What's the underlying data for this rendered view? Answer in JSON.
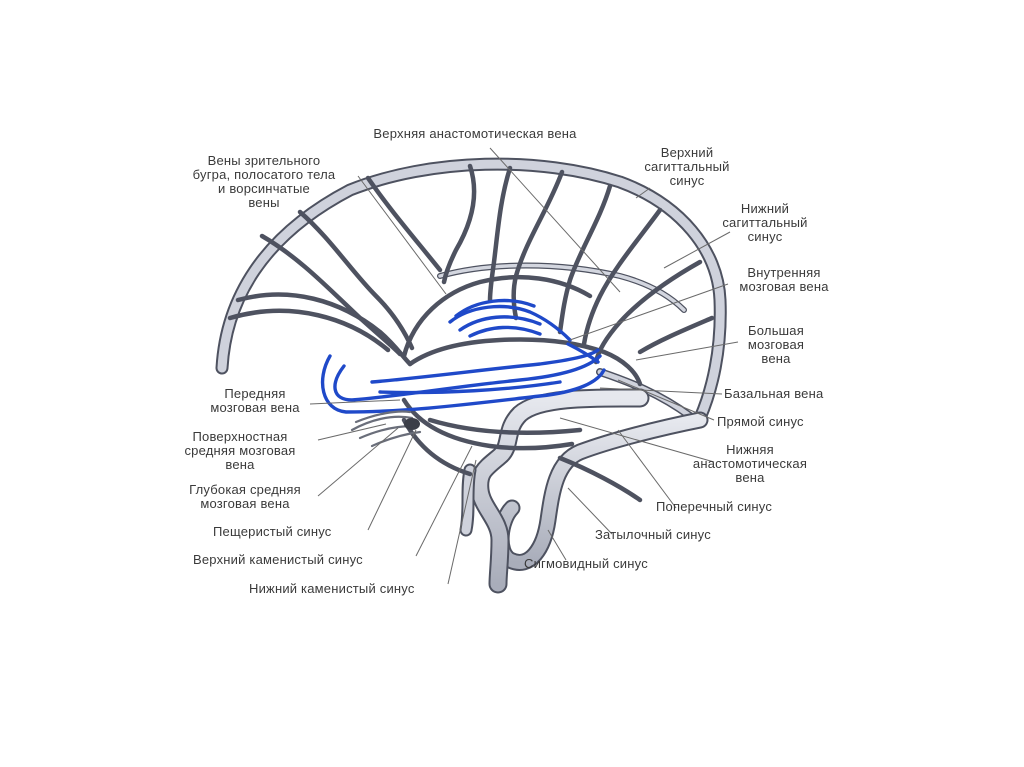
{
  "diagram": {
    "labels": {
      "superior_anastomotic_vein": "Верхняя анастомотическая вена",
      "thalamus_veins": [
        "Вены зрительного",
        "бугра, полосатого тела",
        "и ворсинчатые",
        "вены"
      ],
      "superior_sagittal_sinus": [
        "Верхний",
        "сагиттальный",
        "синус"
      ],
      "inferior_sagittal_sinus": [
        "Нижний",
        "сагиттальный",
        "синус"
      ],
      "internal_cerebral_vein": [
        "Внутренняя",
        "мозговая вена"
      ],
      "great_cerebral_vein": [
        "Большая",
        "мозговая",
        "вена"
      ],
      "basal_vein": "Базальная вена",
      "straight_sinus": "Прямой синус",
      "inferior_anastomotic_vein": [
        "Нижняя",
        "анастомотическая",
        "вена"
      ],
      "transverse_sinus": "Поперечный синус",
      "occipital_sinus": "Затылочный синус",
      "sigmoid_sinus": "Сигмовидный синус",
      "anterior_cerebral_vein": [
        "Передняя",
        "мозговая вена"
      ],
      "superficial_middle_cerebral_vein": [
        "Поверхностная",
        "средняя мозговая",
        "вена"
      ],
      "deep_middle_cerebral_vein": [
        "Глубокая средняя",
        "мозговая вена"
      ],
      "cavernous_sinus": "Пещеристый синус",
      "superior_petrosal_sinus": "Верхний каменистый синус",
      "inferior_petrosal_sinus": "Нижний каменистый синус"
    },
    "colors": {
      "vessel_fill": "#c9ccd6",
      "vessel_outline": "#4e5260",
      "deep_vein_blue": "#1f49c9",
      "leader_line": "#6a6a6a",
      "label_text": "#3a3a3a"
    }
  }
}
